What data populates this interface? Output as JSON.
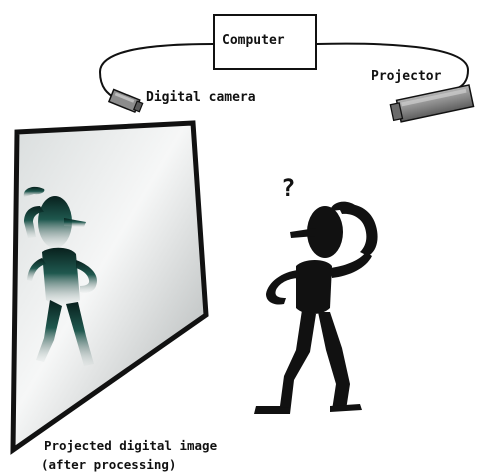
{
  "labels": {
    "computer": "Computer",
    "camera": "Digital camera",
    "projector": "Projector",
    "caption_line1": "Projected digital image",
    "caption_line2": "(after processing)"
  },
  "question_mark": "?",
  "colors": {
    "ink": "#111111",
    "screen_light": "#f4f6f6",
    "screen_dark": "#aab0b0",
    "reflection": "#0f3b35",
    "projector_body": "#8e8e8e"
  },
  "icons": [
    "camera-icon",
    "projector-icon",
    "person-figure",
    "reflection-figure",
    "projection-screen"
  ]
}
